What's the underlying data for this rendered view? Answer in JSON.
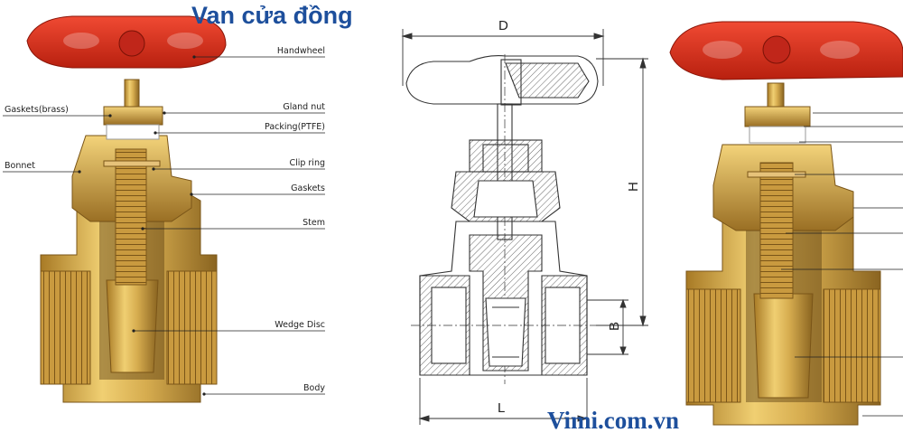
{
  "title": "Van cửa đồng",
  "brand": "Vimi.com.vn",
  "colors": {
    "title": "#1d4f9c",
    "handwheel": "#d7301f",
    "brass": "#c9a046",
    "brass_dark": "#8a6420",
    "ptfe": "#ffffff",
    "drawing_line": "#333333"
  },
  "labels": {
    "left": [
      "Gaskets(brass)",
      "Bonnet"
    ],
    "right": [
      "Handwheel",
      "Gland nut",
      "Packing(PTFE)",
      "Clip ring",
      "Gaskets",
      "Stem",
      "Wedge Disc",
      "Body"
    ]
  },
  "dimensions": {
    "d": "D",
    "h": "H",
    "b": "B",
    "l": "L"
  }
}
